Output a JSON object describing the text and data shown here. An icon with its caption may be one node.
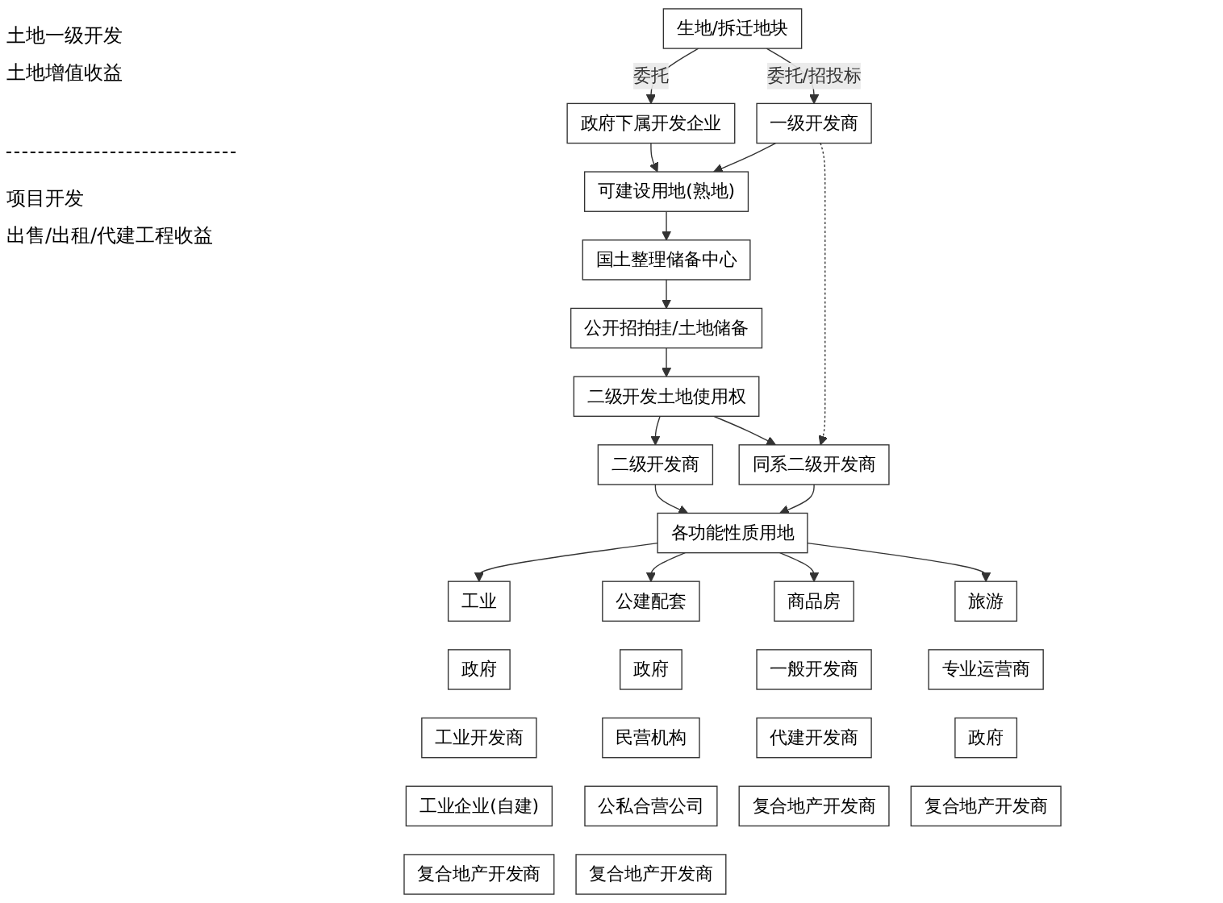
{
  "diagram": {
    "nodes": [
      {
        "text": [
          "生地/拆迁地块"
        ]
      },
      {
        "text": [
          "政府下属开发企业"
        ]
      },
      {
        "text": [
          "一级开发商"
        ]
      },
      {
        "text": [
          "可建设用地(熟地)"
        ]
      },
      {
        "text": [
          "国土整理储备中心"
        ]
      },
      {
        "text": [
          "公开招拍挂/土地储备"
        ]
      },
      {
        "text": [
          "二级开发土地使用权"
        ]
      },
      {
        "text": [
          "二级开发商"
        ]
      },
      {
        "text": [
          "同系二级开发商"
        ]
      },
      {
        "text": [
          "各功能性质用地"
        ]
      },
      {
        "text": [
          "工业"
        ]
      },
      {
        "text": [
          "公建配套"
        ]
      },
      {
        "text": [
          "商品房"
        ]
      },
      {
        "text": [
          "旅游"
        ]
      },
      {
        "text": [
          "政府"
        ]
      },
      {
        "text": [
          "工业开发商"
        ]
      },
      {
        "text": [
          "工业企业(自建)"
        ]
      },
      {
        "text": [
          "复合地产开发商"
        ]
      },
      {
        "text": [
          "政府"
        ]
      },
      {
        "text": [
          "民营机构"
        ]
      },
      {
        "text": [
          "公私合营公司"
        ]
      },
      {
        "text": [
          "复合地产开发商"
        ]
      },
      {
        "text": [
          "一般开发商"
        ]
      },
      {
        "text": [
          "代建开发商"
        ]
      },
      {
        "text": [
          "复合地产开发商"
        ]
      },
      {
        "text": [
          "专业运营商"
        ]
      },
      {
        "text": [
          "政府"
        ]
      },
      {
        "text": [
          "复合地产开发商"
        ]
      }
    ],
    "edges": [
      {
        "from": 0,
        "to": 1,
        "arrow": "to",
        "label": "委托"
      },
      {
        "from": 0,
        "to": 2,
        "arrow": "to",
        "label": "委托/招投标"
      },
      {
        "from": 1,
        "to": 3,
        "arrow": "to"
      },
      {
        "from": 2,
        "to": 3,
        "arrow": "to"
      },
      {
        "from": 3,
        "to": 4,
        "arrow": "to"
      },
      {
        "from": 4,
        "to": 5,
        "arrow": "to"
      },
      {
        "from": 5,
        "to": 6,
        "arrow": "to"
      },
      {
        "from": 2,
        "to": 8,
        "arrow": "to",
        "style": "dashed"
      },
      {
        "from": 6,
        "to": 7,
        "arrow": "to"
      },
      {
        "from": 6,
        "to": 8,
        "arrow": "to"
      },
      {
        "from": 7,
        "to": 9,
        "arrow": "to"
      },
      {
        "from": 8,
        "to": 9,
        "arrow": "to"
      },
      {
        "from": 9,
        "to": 10,
        "arrow": "to"
      },
      {
        "from": 9,
        "to": 11,
        "arrow": "to"
      },
      {
        "from": 9,
        "to": 12,
        "arrow": "to"
      },
      {
        "from": 9,
        "to": 13,
        "arrow": "to"
      }
    ],
    "labels": [
      "土地一级开发",
      "土地增值收益",
      "项目开发",
      "出售/出租/代建工程收益"
    ]
  }
}
